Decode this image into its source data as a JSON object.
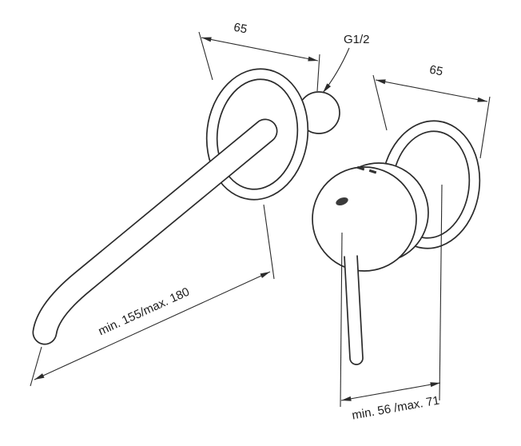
{
  "diagram": {
    "dimensions": {
      "spout_plate_width": "65",
      "mixer_plate_width": "65",
      "thread_label": "G1/2",
      "spout_reach": "min. 155/max. 180",
      "mixer_depth": "min. 56 /max. 71"
    },
    "colors": {
      "line": "#2b2b2b",
      "background": "#ffffff"
    }
  }
}
